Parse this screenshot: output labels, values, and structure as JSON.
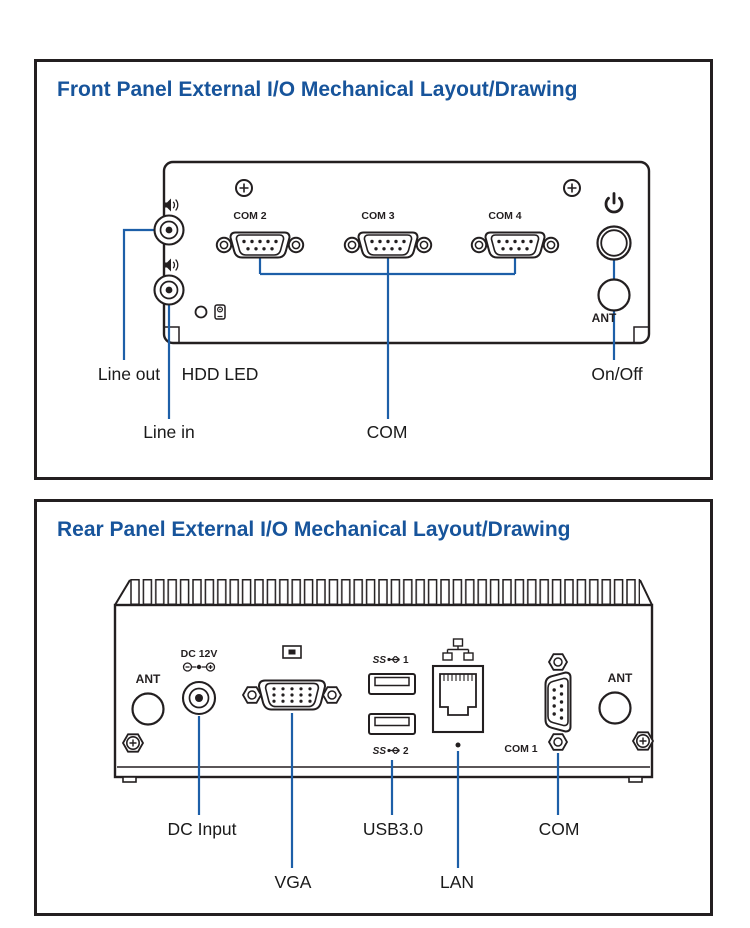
{
  "colors": {
    "title_blue": "#17549b",
    "callout_blue": "#1d5fa8",
    "drawing_black": "#231f20"
  },
  "front": {
    "title": "Front Panel External I/O Mechanical Layout/Drawing",
    "port_labels": {
      "com2": "COM 2",
      "com3": "COM 3",
      "com4": "COM 4",
      "ant": "ANT"
    },
    "callouts": {
      "line_out": "Line out",
      "hdd_led": "HDD LED",
      "on_off": "On/Off",
      "line_in": "Line in",
      "com": "COM"
    }
  },
  "rear": {
    "title": "Rear Panel External I/O Mechanical Layout/Drawing",
    "port_labels": {
      "ant_left": "ANT",
      "dc": "DC 12V",
      "ss1": "SS",
      "ss1_num": "1",
      "ss2": "SS",
      "ss2_num": "2",
      "com1": "COM 1",
      "ant_right": "ANT"
    },
    "callouts": {
      "dc_input": "DC Input",
      "usb": "USB3.0",
      "com": "COM",
      "vga": "VGA",
      "lan": "LAN"
    }
  }
}
